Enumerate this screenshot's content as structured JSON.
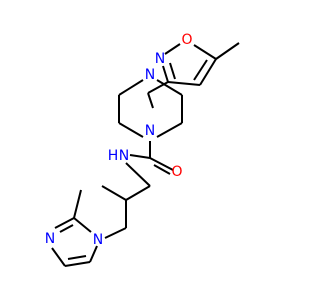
{
  "colors": {
    "bond": "#000000",
    "carbon": "#000000",
    "nitrogen": "#0000ff",
    "oxygen": "#ff0000"
  },
  "atoms": {
    "isoxazole_O": "O",
    "isoxazole_N": "N",
    "piperazine_N_top": "N",
    "piperazine_N_bottom": "N",
    "amide_O": "O",
    "amide_NH": "N",
    "amide_H": "H",
    "imidazole_N1": "N",
    "imidazole_N3": "N"
  }
}
